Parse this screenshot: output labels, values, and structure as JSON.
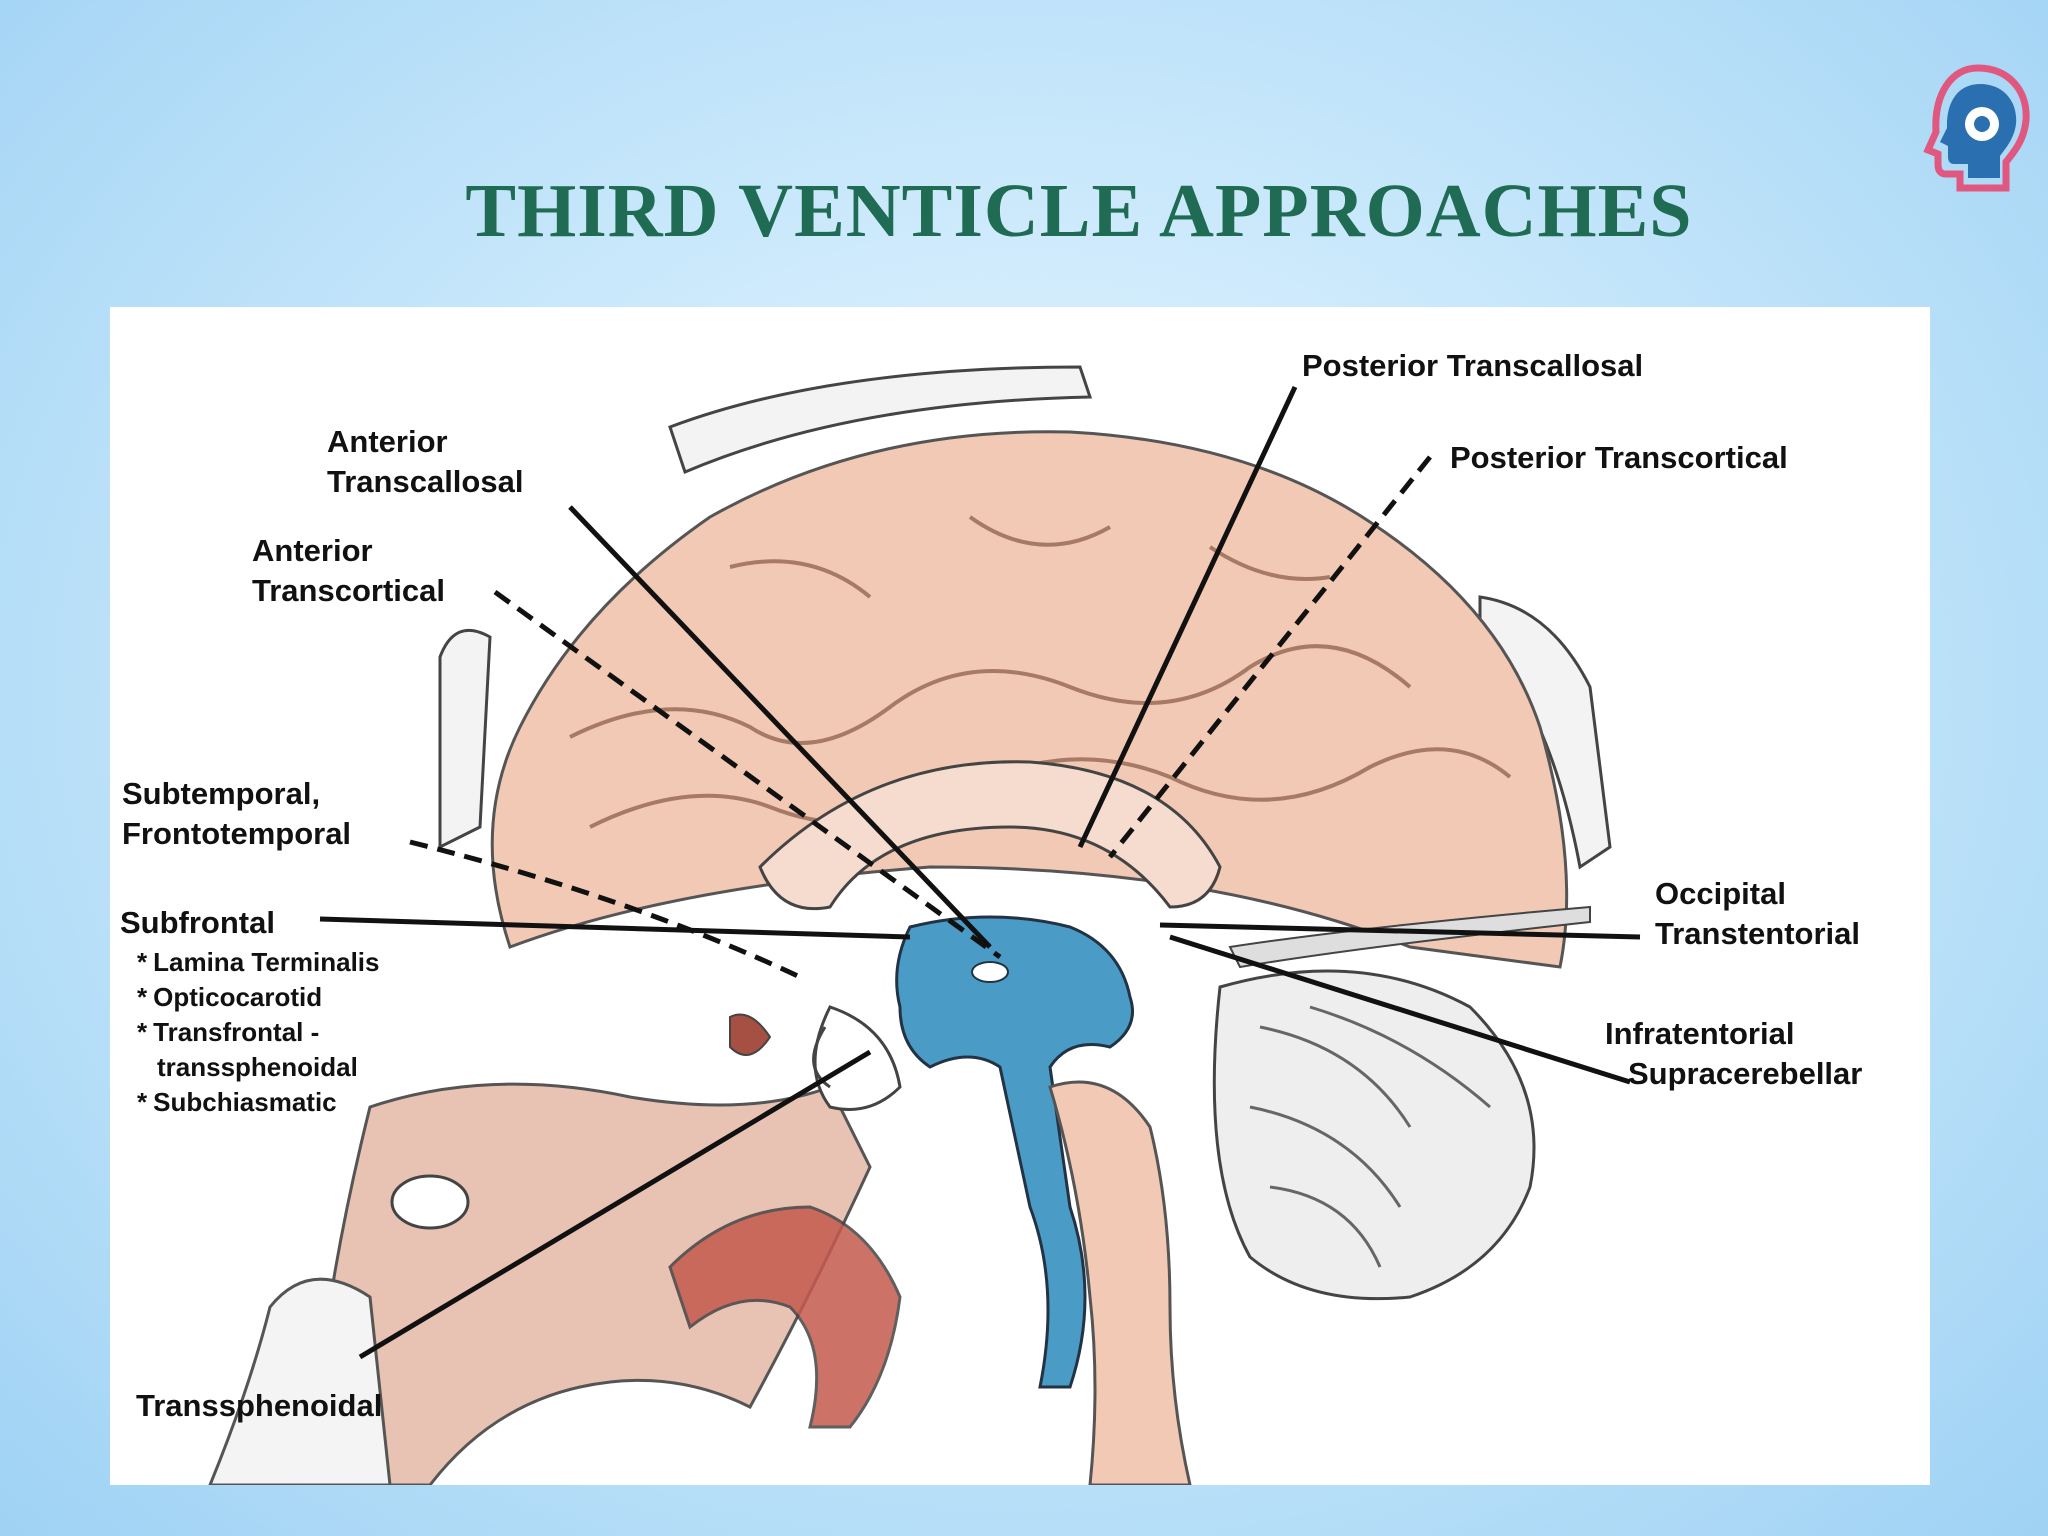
{
  "slide": {
    "title": "THIRD VENTICLE APPROACHES"
  },
  "colors": {
    "title": "#1f6b53",
    "ventricle": "#4a9cc7",
    "brain": "#f2c9b4",
    "logo_ring": "#e0577f",
    "logo_head": "#2a6fb0"
  },
  "logo": {
    "icon": "head-profile-icon"
  },
  "diagram": {
    "labels": {
      "posterior_transcallosal": "Posterior Transcallosal",
      "posterior_transcortical": "Posterior Transcortical",
      "anterior_transcallosal_1": "Anterior",
      "anterior_transcallosal_2": "Transcallosal",
      "anterior_transcortical_1": "Anterior",
      "anterior_transcortical_2": "Transcortical",
      "subtemporal_1": "Subtemporal,",
      "subtemporal_2": "Frontotemporal",
      "subfrontal": "Subfrontal",
      "occipital_1": "Occipital",
      "occipital_2": "Transtentorial",
      "infratentorial_1": "Infratentorial",
      "infratentorial_2": "Supracerebellar",
      "transsphenoidal": "Transsphenoidal"
    },
    "subfrontal_items": [
      "Lamina Terminalis",
      "Opticocarotid",
      "Transfrontal -",
      "transsphenoidal",
      "Subchiasmatic"
    ],
    "bullet": "*"
  }
}
